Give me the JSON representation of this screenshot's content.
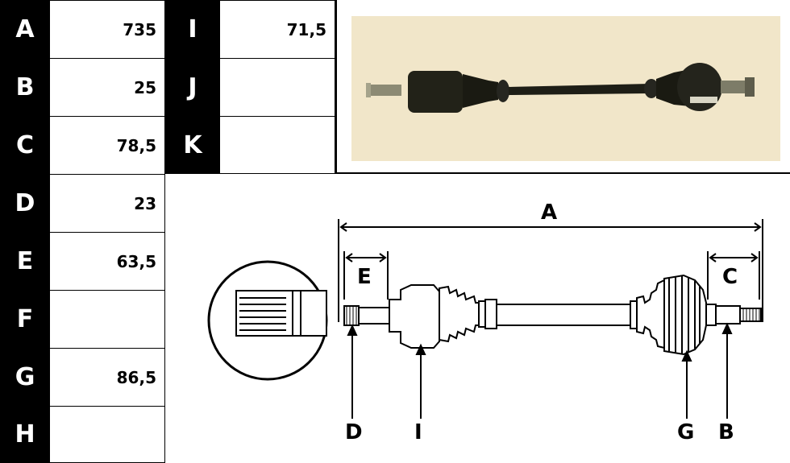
{
  "spec_table": {
    "rows_left": [
      {
        "label": "A",
        "value": "735"
      },
      {
        "label": "B",
        "value": "25"
      },
      {
        "label": "C",
        "value": "78,5"
      },
      {
        "label": "D",
        "value": "23"
      },
      {
        "label": "E",
        "value": "63,5"
      },
      {
        "label": "F",
        "value": ""
      },
      {
        "label": "G",
        "value": "86,5"
      },
      {
        "label": "H",
        "value": ""
      }
    ],
    "rows_right": [
      {
        "label": "I",
        "value": "71,5"
      },
      {
        "label": "J",
        "value": ""
      },
      {
        "label": "K",
        "value": ""
      }
    ]
  },
  "diagram": {
    "labels": {
      "A": "A",
      "C": "C",
      "E": "E",
      "D": "D",
      "I": "I",
      "G": "G",
      "B": "B"
    }
  },
  "colors": {
    "label_bg": "#000000",
    "label_fg": "#ffffff",
    "photo_bg": "#f1e6c9",
    "shaft": "#1e1e16"
  }
}
